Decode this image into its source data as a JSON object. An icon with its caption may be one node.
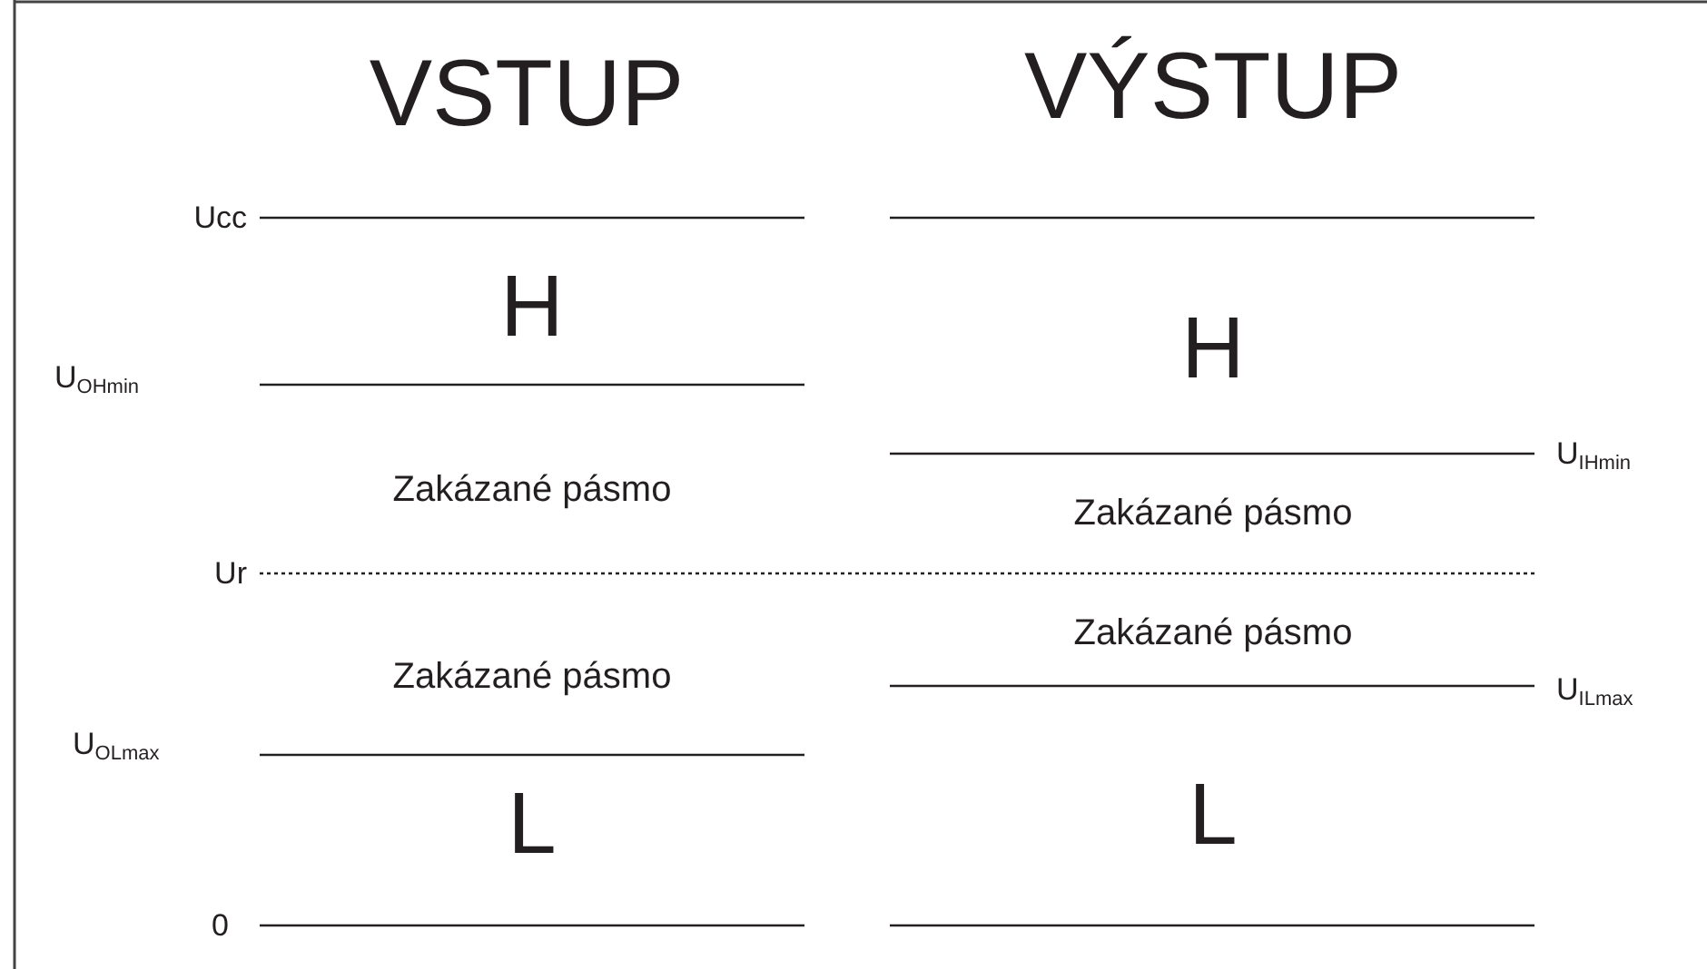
{
  "diagram": {
    "labels": [
      "VSTUP",
      "VÝSTUP",
      "Ucc",
      "H",
      "U$_{OHmin}$",
      "H",
      "U$_{IHmin}$",
      "Zakázané pásmo",
      "Zakázané pásmo",
      "Ur",
      "Zakázané pásmo",
      "Zakázané pásmo",
      "U$_{ILmax}$",
      "U$_{OLmax}$",
      "L",
      "L",
      "0"
    ]
  }
}
